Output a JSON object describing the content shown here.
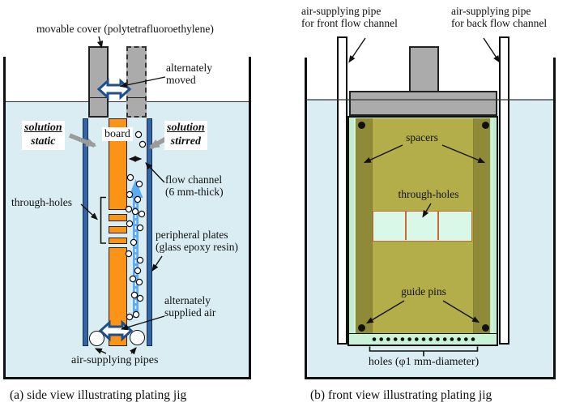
{
  "panel_a": {
    "caption": "(a) side view illustrating plating jig",
    "labels": {
      "movable_cover": "movable cover (polytetrafluoroethylene)",
      "alternately_moved_l1": "alternately",
      "alternately_moved_l2": "moved",
      "solution_static_l1": "solution",
      "solution_static_l2": "static",
      "board": "board",
      "solution_stirred_l1": "solution",
      "solution_stirred_l2": "stirred",
      "flow_channel_l1": "flow channel",
      "flow_channel_l2": "(6 mm-thick)",
      "through_holes": "through-holes",
      "peripheral_plates_l1": "peripheral plates",
      "peripheral_plates_l2": "(glass epoxy resin)",
      "supplied_air_l1": "alternately",
      "supplied_air_l2": "supplied air",
      "air_pipes": "air-supplying pipes"
    }
  },
  "panel_b": {
    "caption": "(b) front view illustrating plating jig",
    "labels": {
      "pipe_front_l1": "air-supplying pipe",
      "pipe_front_l2": "for front flow channel",
      "pipe_back_l1": "air-supplying pipe",
      "pipe_back_l2": "for back flow channel",
      "spacers": "spacers",
      "through_holes": "through-holes",
      "guide_pins": "guide pins",
      "holes": "holes (φ1 mm-diameter)"
    }
  },
  "colors": {
    "water": "#d9edf2",
    "board_orange": "#fb9317",
    "plate_blue": "#3465a4",
    "cover_gray": "#ababab",
    "panel_olive": "#b3ae49",
    "spacer_olive_dark": "#8e8a38",
    "jig_mint": "#c2ecce",
    "through_hole_fill": "#d9f8e7",
    "through_hole_border": "#c96a3a",
    "flow_arrow_blue": "#5babf5",
    "shuttle_arrow_outline": "#1f4e8c"
  }
}
